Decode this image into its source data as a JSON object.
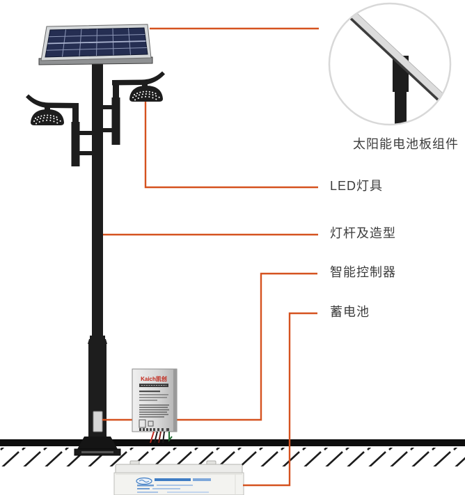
{
  "diagram": {
    "callouts": {
      "solar_panel": "太阳能电池板组件",
      "led_lamp": "LED灯具",
      "pole": "灯杆及造型",
      "controller": "智能控制器",
      "battery": "蓄电池"
    },
    "controller_box": {
      "brand": "Kaich凯创"
    },
    "colors": {
      "leader_line": "#d5521f",
      "structure_black": "#1d1d1d",
      "panel_cell_blue": "#252e52",
      "label_text": "#3c3c3c",
      "battery_text_blue": "#3f7dc4"
    }
  }
}
